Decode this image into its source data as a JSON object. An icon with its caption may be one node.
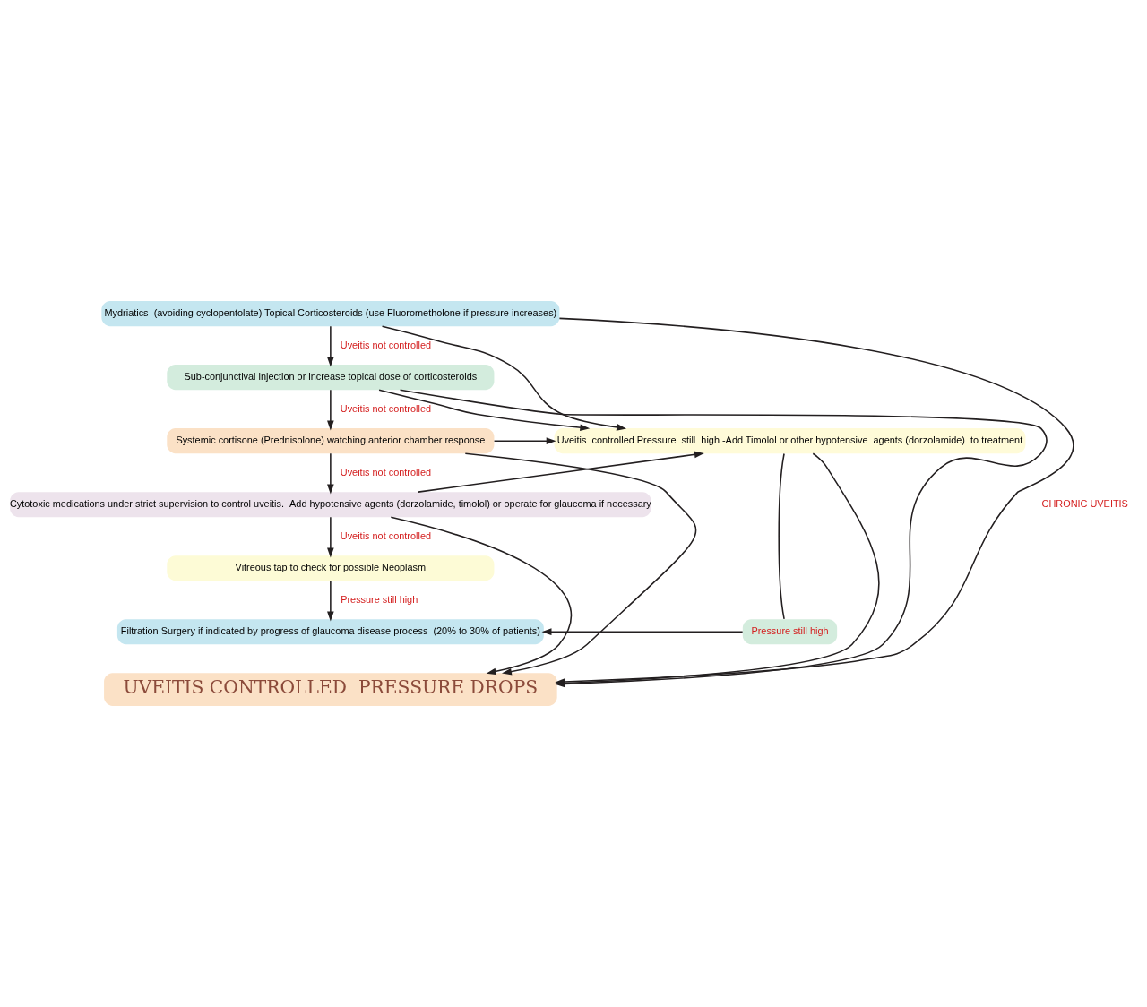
{
  "diagram": {
    "nodes": [
      {
        "text": [
          "Mydriatics  (avoiding cyclopentolate) Topical Corticosteroids (use Fluorometholone if pressure increases)"
        ]
      },
      {
        "text": [
          "Sub-conjunctival injection or increase topical dose of corticosteroids"
        ]
      },
      {
        "text": [
          "Systemic cortisone (Prednisolone) watching anterior chamber response"
        ]
      },
      {
        "text": [
          "Cytotoxic medications under strict supervision to control uveitis.  Add hypotensive agents (dorzolamide, timolol) or operate for glaucoma if necessary"
        ]
      },
      {
        "text": [
          "Vitreous tap to check for possible Neoplasm"
        ]
      },
      {
        "text": [
          "Filtration Surgery if indicated by progress of glaucoma disease process  (20% to 30% of patients)"
        ]
      },
      {
        "text": [
          "Uveitis  controlled Pressure  still  high -Add Timolol or other hypotensive  agents (dorzolamide)  to treatment"
        ]
      },
      {
        "text": [
          "Pressure still high"
        ]
      },
      {
        "text": [
          "UVEITIS CONTROLLED  PRESSURE DROPS"
        ]
      }
    ],
    "edges": [
      {
        "from": 0,
        "to": 1,
        "arrow": "to",
        "label": "Uveitis not controlled"
      },
      {
        "from": 1,
        "to": 2,
        "arrow": "to",
        "label": "Uveitis not controlled"
      },
      {
        "from": 2,
        "to": 3,
        "arrow": "to",
        "label": "Uveitis not controlled"
      },
      {
        "from": 3,
        "to": 4,
        "arrow": "to",
        "label": "Uveitis not controlled"
      },
      {
        "from": 4,
        "to": 5,
        "arrow": "to",
        "label": "Pressure still high"
      },
      {
        "from": 0,
        "to": 6,
        "arrow": "to"
      },
      {
        "from": 1,
        "to": 6,
        "arrow": "to"
      },
      {
        "from": 2,
        "to": 6,
        "arrow": "to"
      },
      {
        "from": 3,
        "to": 6,
        "arrow": "to"
      },
      {
        "from": 6,
        "to": 7,
        "arrow": "none"
      },
      {
        "from": 7,
        "to": 5,
        "arrow": "to"
      },
      {
        "from": 6,
        "to": 8,
        "arrow": "to"
      },
      {
        "from": 0,
        "to": 8,
        "arrow": "to"
      },
      {
        "from": 1,
        "to": 8,
        "arrow": "to"
      },
      {
        "from": 2,
        "to": 8,
        "arrow": "to"
      },
      {
        "from": 3,
        "to": 8,
        "arrow": "to"
      }
    ],
    "labels": [
      "CHRONIC UVEITIS"
    ]
  }
}
